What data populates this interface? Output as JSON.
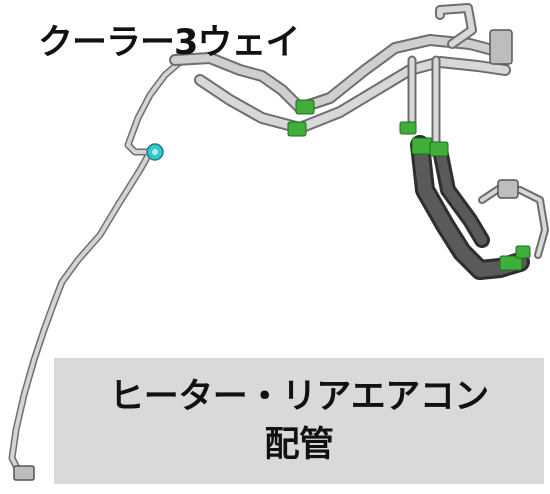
{
  "diagram": {
    "title": "クーラー3ウェイ",
    "caption": {
      "line1": "ヒーター・リアエアコン",
      "line2": "配管"
    },
    "colors": {
      "pipe_light": "#c9c9c9",
      "pipe_outline": "#6e6e6e",
      "hose_dark": "#4a4a4a",
      "clamp_green": "#3fae3a",
      "fitting_cyan": "#37c5cc",
      "caption_bg": "#d9d9d9"
    }
  }
}
